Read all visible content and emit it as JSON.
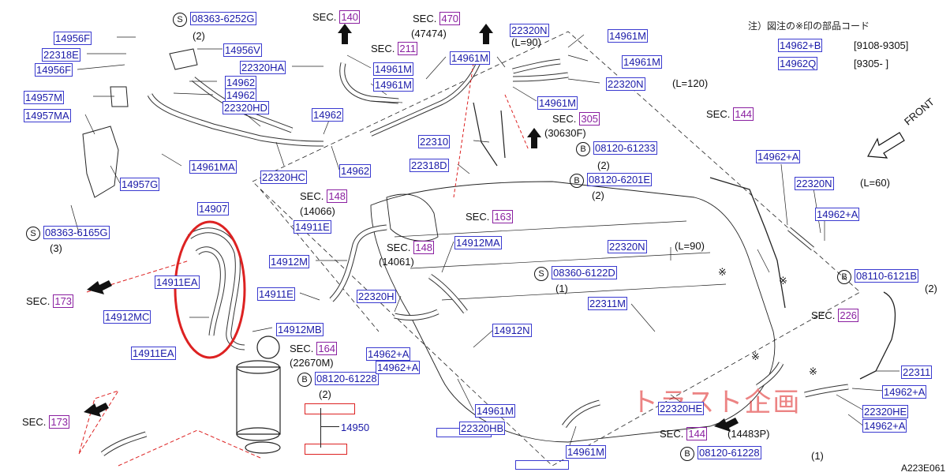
{
  "diagram": {
    "ref_code": "A223E061",
    "watermark": "トラスト企画",
    "note": {
      "title": "注）図注の※印の部品コード",
      "rows": [
        {
          "code": "14962+B",
          "range": "[9108-9305]"
        },
        {
          "code": "14962Q",
          "range": "[9305-           ]"
        }
      ]
    },
    "front_label": "FRONT",
    "highlight_color": "#dd2222",
    "part_color": "#1a1aa8",
    "section_color": "#8a1fa0",
    "sections": [
      {
        "id": "sec140",
        "prefix": "SEC.",
        "num": "140"
      },
      {
        "id": "sec470",
        "prefix": "SEC.",
        "num": "470"
      },
      {
        "id": "sec211",
        "prefix": "SEC.",
        "num": "211"
      },
      {
        "id": "sec305",
        "prefix": "SEC.",
        "num": "305"
      },
      {
        "id": "sec144a",
        "prefix": "SEC.",
        "num": "144"
      },
      {
        "id": "sec148a",
        "prefix": "SEC.",
        "num": "148"
      },
      {
        "id": "sec163",
        "prefix": "SEC.",
        "num": "163"
      },
      {
        "id": "sec148b",
        "prefix": "SEC.",
        "num": "148"
      },
      {
        "id": "sec173a",
        "prefix": "SEC.",
        "num": "173"
      },
      {
        "id": "sec164",
        "prefix": "SEC.",
        "num": "164"
      },
      {
        "id": "sec226",
        "prefix": "SEC.",
        "num": "226"
      },
      {
        "id": "sec173b",
        "prefix": "SEC.",
        "num": "173"
      },
      {
        "id": "sec144b",
        "prefix": "SEC.",
        "num": "144"
      }
    ],
    "texts": [
      {
        "id": "t47474",
        "text": "(47474)"
      },
      {
        "id": "tl90a",
        "text": "(L=90)"
      },
      {
        "id": "tl120",
        "text": "(L=120)"
      },
      {
        "id": "t30630",
        "text": "(30630F)"
      },
      {
        "id": "tl60",
        "text": "(L=60)"
      },
      {
        "id": "t14066",
        "text": "(14066)"
      },
      {
        "id": "t14061",
        "text": "(14061)"
      },
      {
        "id": "tl90b",
        "text": "(L=90)"
      },
      {
        "id": "t22670",
        "text": "(22670M)"
      },
      {
        "id": "t14483",
        "text": "(14483P)"
      },
      {
        "id": "q2a",
        "text": "(2)"
      },
      {
        "id": "q3",
        "text": "(3)"
      },
      {
        "id": "q2b",
        "text": "(2)"
      },
      {
        "id": "q2c",
        "text": "(2)"
      },
      {
        "id": "q1a",
        "text": "(1)"
      },
      {
        "id": "q2d",
        "text": "(2)"
      },
      {
        "id": "q2e",
        "text": "(2)"
      },
      {
        "id": "q1b",
        "text": "(1)"
      },
      {
        "id": "star1",
        "text": "※"
      },
      {
        "id": "star2",
        "text": "※"
      },
      {
        "id": "star3",
        "text": "※"
      },
      {
        "id": "star4",
        "text": "※"
      }
    ],
    "bolts": [
      {
        "id": "s6252",
        "sym": "S",
        "code": "08363-6252G"
      },
      {
        "id": "s6165",
        "sym": "S",
        "code": "08363-6165G"
      },
      {
        "id": "b61233",
        "sym": "B",
        "code": "08120-61233"
      },
      {
        "id": "b6201",
        "sym": "B",
        "code": "08120-6201E"
      },
      {
        "id": "s6122",
        "sym": "S",
        "code": "08360-6122D"
      },
      {
        "id": "b6121",
        "sym": "B",
        "code": "08110-6121B"
      },
      {
        "id": "b61228a",
        "sym": "B",
        "code": "08120-61228"
      },
      {
        "id": "b61228b",
        "sym": "B",
        "code": "08120-61228"
      }
    ],
    "parts": [
      {
        "id": "p14956F",
        "code": "14956F"
      },
      {
        "id": "p22318E",
        "code": "22318E"
      },
      {
        "id": "p14956Fb",
        "code": "14956F"
      },
      {
        "id": "p14957M",
        "code": "14957M"
      },
      {
        "id": "p14957MA",
        "code": "14957MA"
      },
      {
        "id": "p14957G",
        "code": "14957G"
      },
      {
        "id": "p14956V",
        "code": "14956V"
      },
      {
        "id": "p22320HA",
        "code": "22320HA"
      },
      {
        "id": "p14962a",
        "code": "14962"
      },
      {
        "id": "p14962b",
        "code": "14962"
      },
      {
        "id": "p22320HD",
        "code": "22320HD"
      },
      {
        "id": "p14961MA",
        "code": "14961MA"
      },
      {
        "id": "p22320HC",
        "code": "22320HC"
      },
      {
        "id": "p14962c",
        "code": "14962"
      },
      {
        "id": "p14962d",
        "code": "14962"
      },
      {
        "id": "p14961Ma",
        "code": "14961M"
      },
      {
        "id": "p14961Mb",
        "code": "14961M"
      },
      {
        "id": "p14961Mc",
        "code": "14961M"
      },
      {
        "id": "p22320Na",
        "code": "22320N"
      },
      {
        "id": "p14961Md",
        "code": "14961M"
      },
      {
        "id": "p14961Me",
        "code": "14961M"
      },
      {
        "id": "p22320Nb",
        "code": "22320N"
      },
      {
        "id": "p14961Mf",
        "code": "14961M"
      },
      {
        "id": "p22310",
        "code": "22310"
      },
      {
        "id": "p22318D",
        "code": "22318D"
      },
      {
        "id": "p14962Aa",
        "code": "14962+A"
      },
      {
        "id": "p22320Nc",
        "code": "22320N"
      },
      {
        "id": "p14962Ab",
        "code": "14962+A"
      },
      {
        "id": "p14907",
        "code": "14907"
      },
      {
        "id": "p14911E",
        "code": "14911E"
      },
      {
        "id": "p14912M",
        "code": "14912M"
      },
      {
        "id": "p14912MA",
        "code": "14912MA"
      },
      {
        "id": "p22320Nd",
        "code": "22320N"
      },
      {
        "id": "p14911EA",
        "code": "14911EA"
      },
      {
        "id": "p14911Eb",
        "code": "14911E"
      },
      {
        "id": "p22320H",
        "code": "22320H"
      },
      {
        "id": "p22311M",
        "code": "22311M"
      },
      {
        "id": "p14912MC",
        "code": "14912MC"
      },
      {
        "id": "p14912MB",
        "code": "14912MB"
      },
      {
        "id": "p14912N",
        "code": "14912N"
      },
      {
        "id": "p14911EAb",
        "code": "14911EA"
      },
      {
        "id": "p14962Ac",
        "code": "14962+A"
      },
      {
        "id": "p14962Ad",
        "code": "14962+A"
      },
      {
        "id": "p22311",
        "code": "22311"
      },
      {
        "id": "p14962Ae",
        "code": "14962+A"
      },
      {
        "id": "p14961Mg",
        "code": "14961M"
      },
      {
        "id": "p22320HE",
        "code": "22320HE"
      },
      {
        "id": "p22320HEb",
        "code": "22320HE"
      },
      {
        "id": "p14962Af",
        "code": "14962+A"
      },
      {
        "id": "p22320HB",
        "code": "22320HB"
      },
      {
        "id": "p14950",
        "code": "14950"
      },
      {
        "id": "p14961Mh",
        "code": "14961M"
      }
    ]
  }
}
